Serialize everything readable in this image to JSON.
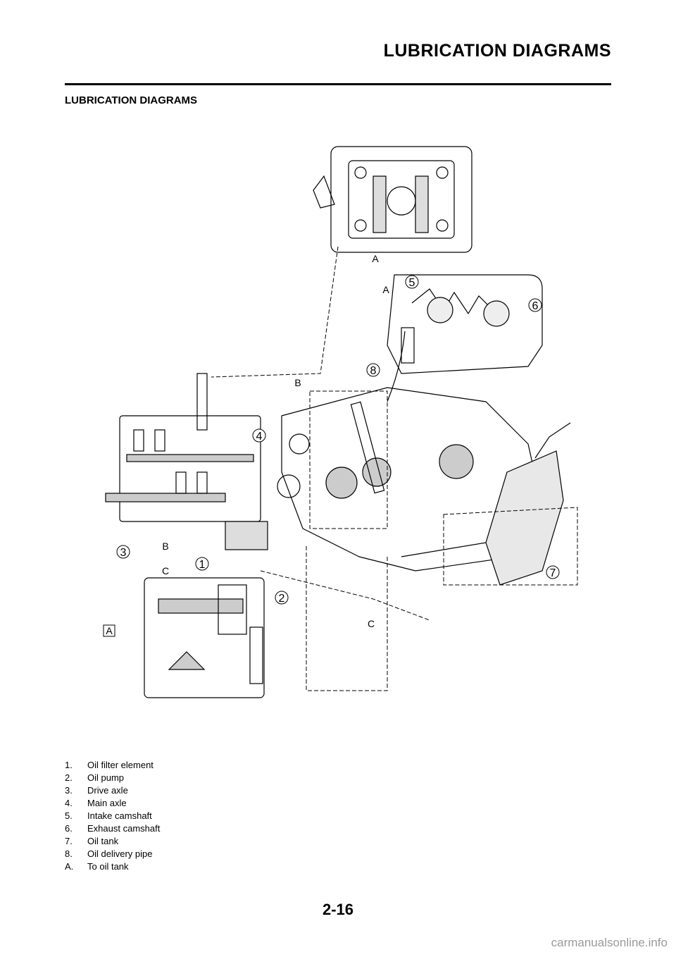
{
  "header": {
    "title": "LUBRICATION DIAGRAMS"
  },
  "section": {
    "title": "LUBRICATION DIAGRAMS"
  },
  "diagram": {
    "callouts": [
      "1",
      "2",
      "3",
      "4",
      "5",
      "6",
      "7",
      "8"
    ],
    "letters": {
      "a": "A",
      "b": "B",
      "c": "C"
    }
  },
  "legend": [
    {
      "key": "1.",
      "text": "Oil filter element"
    },
    {
      "key": "2.",
      "text": "Oil pump"
    },
    {
      "key": "3.",
      "text": "Drive axle"
    },
    {
      "key": "4.",
      "text": "Main axle"
    },
    {
      "key": "5.",
      "text": "Intake camshaft"
    },
    {
      "key": "6.",
      "text": "Exhaust camshaft"
    },
    {
      "key": "7.",
      "text": "Oil tank"
    },
    {
      "key": "8.",
      "text": "Oil delivery pipe"
    },
    {
      "key": "A.",
      "text": "To oil tank"
    }
  ],
  "page_number": "2-16",
  "watermark": "carmanualsonline.info"
}
